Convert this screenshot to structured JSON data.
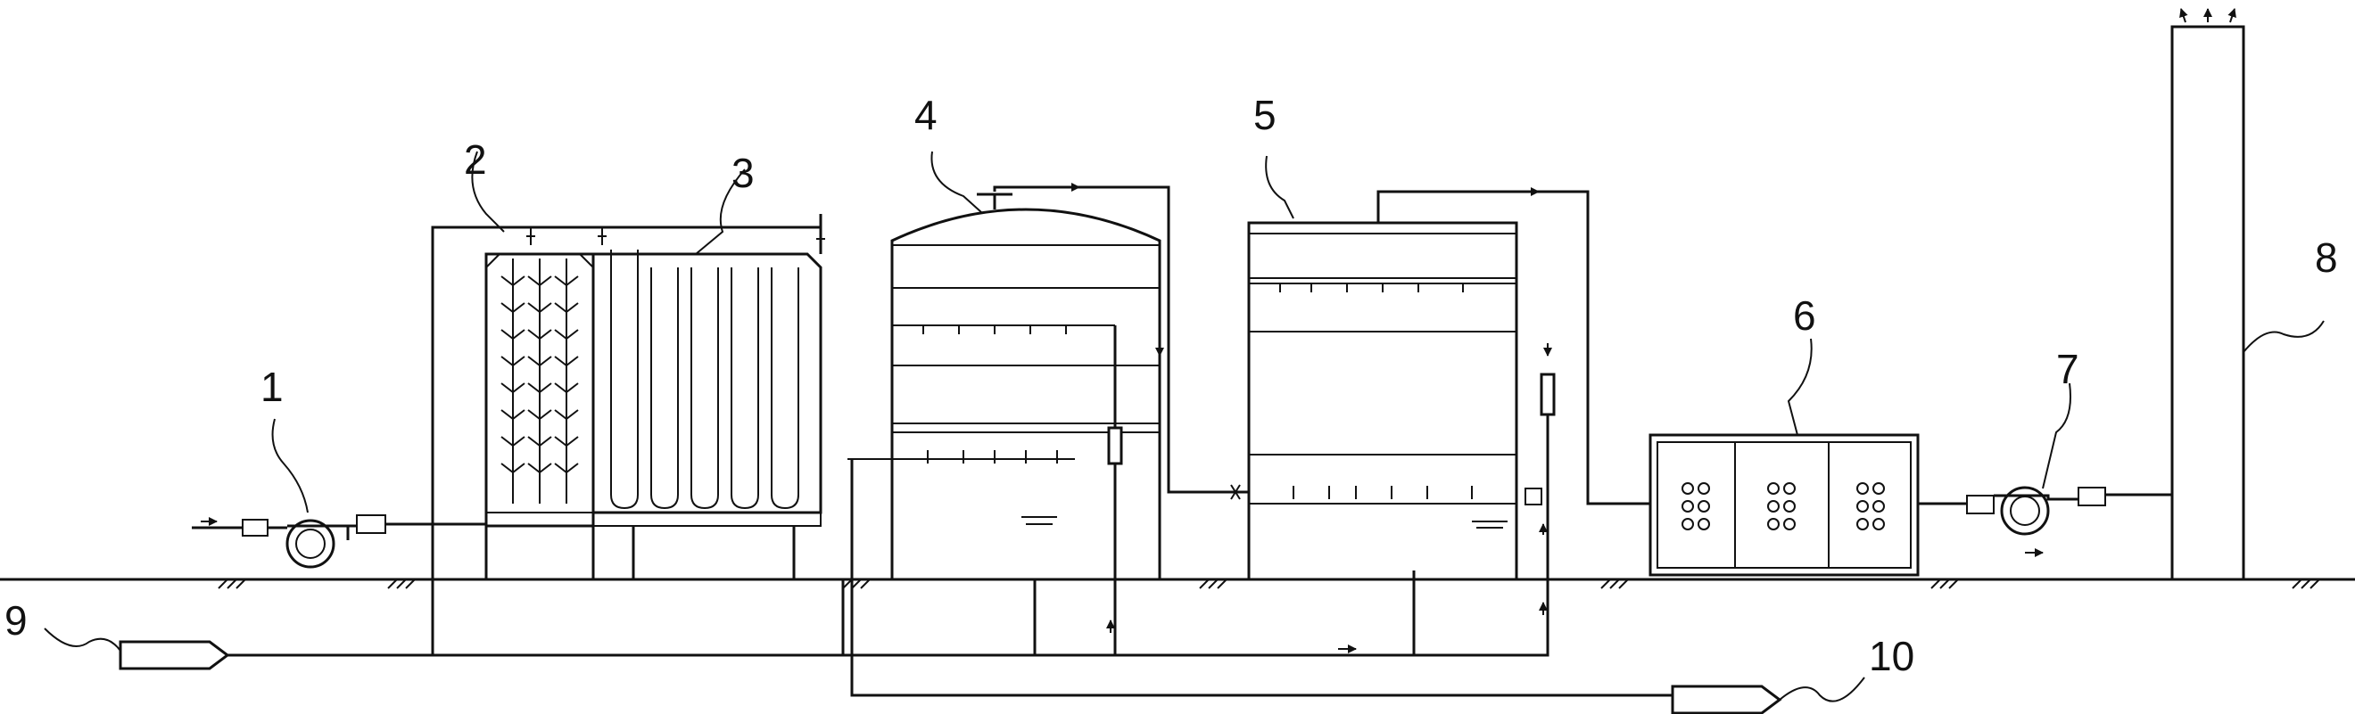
{
  "labels": {
    "l1": "1",
    "l2": "2",
    "l3": "3",
    "l4": "4",
    "l5": "5",
    "l6": "6",
    "l7": "7",
    "l8": "8",
    "l9": "9",
    "l10": "10"
  },
  "colors": {
    "line": "#111111",
    "background": "#ffffff"
  }
}
